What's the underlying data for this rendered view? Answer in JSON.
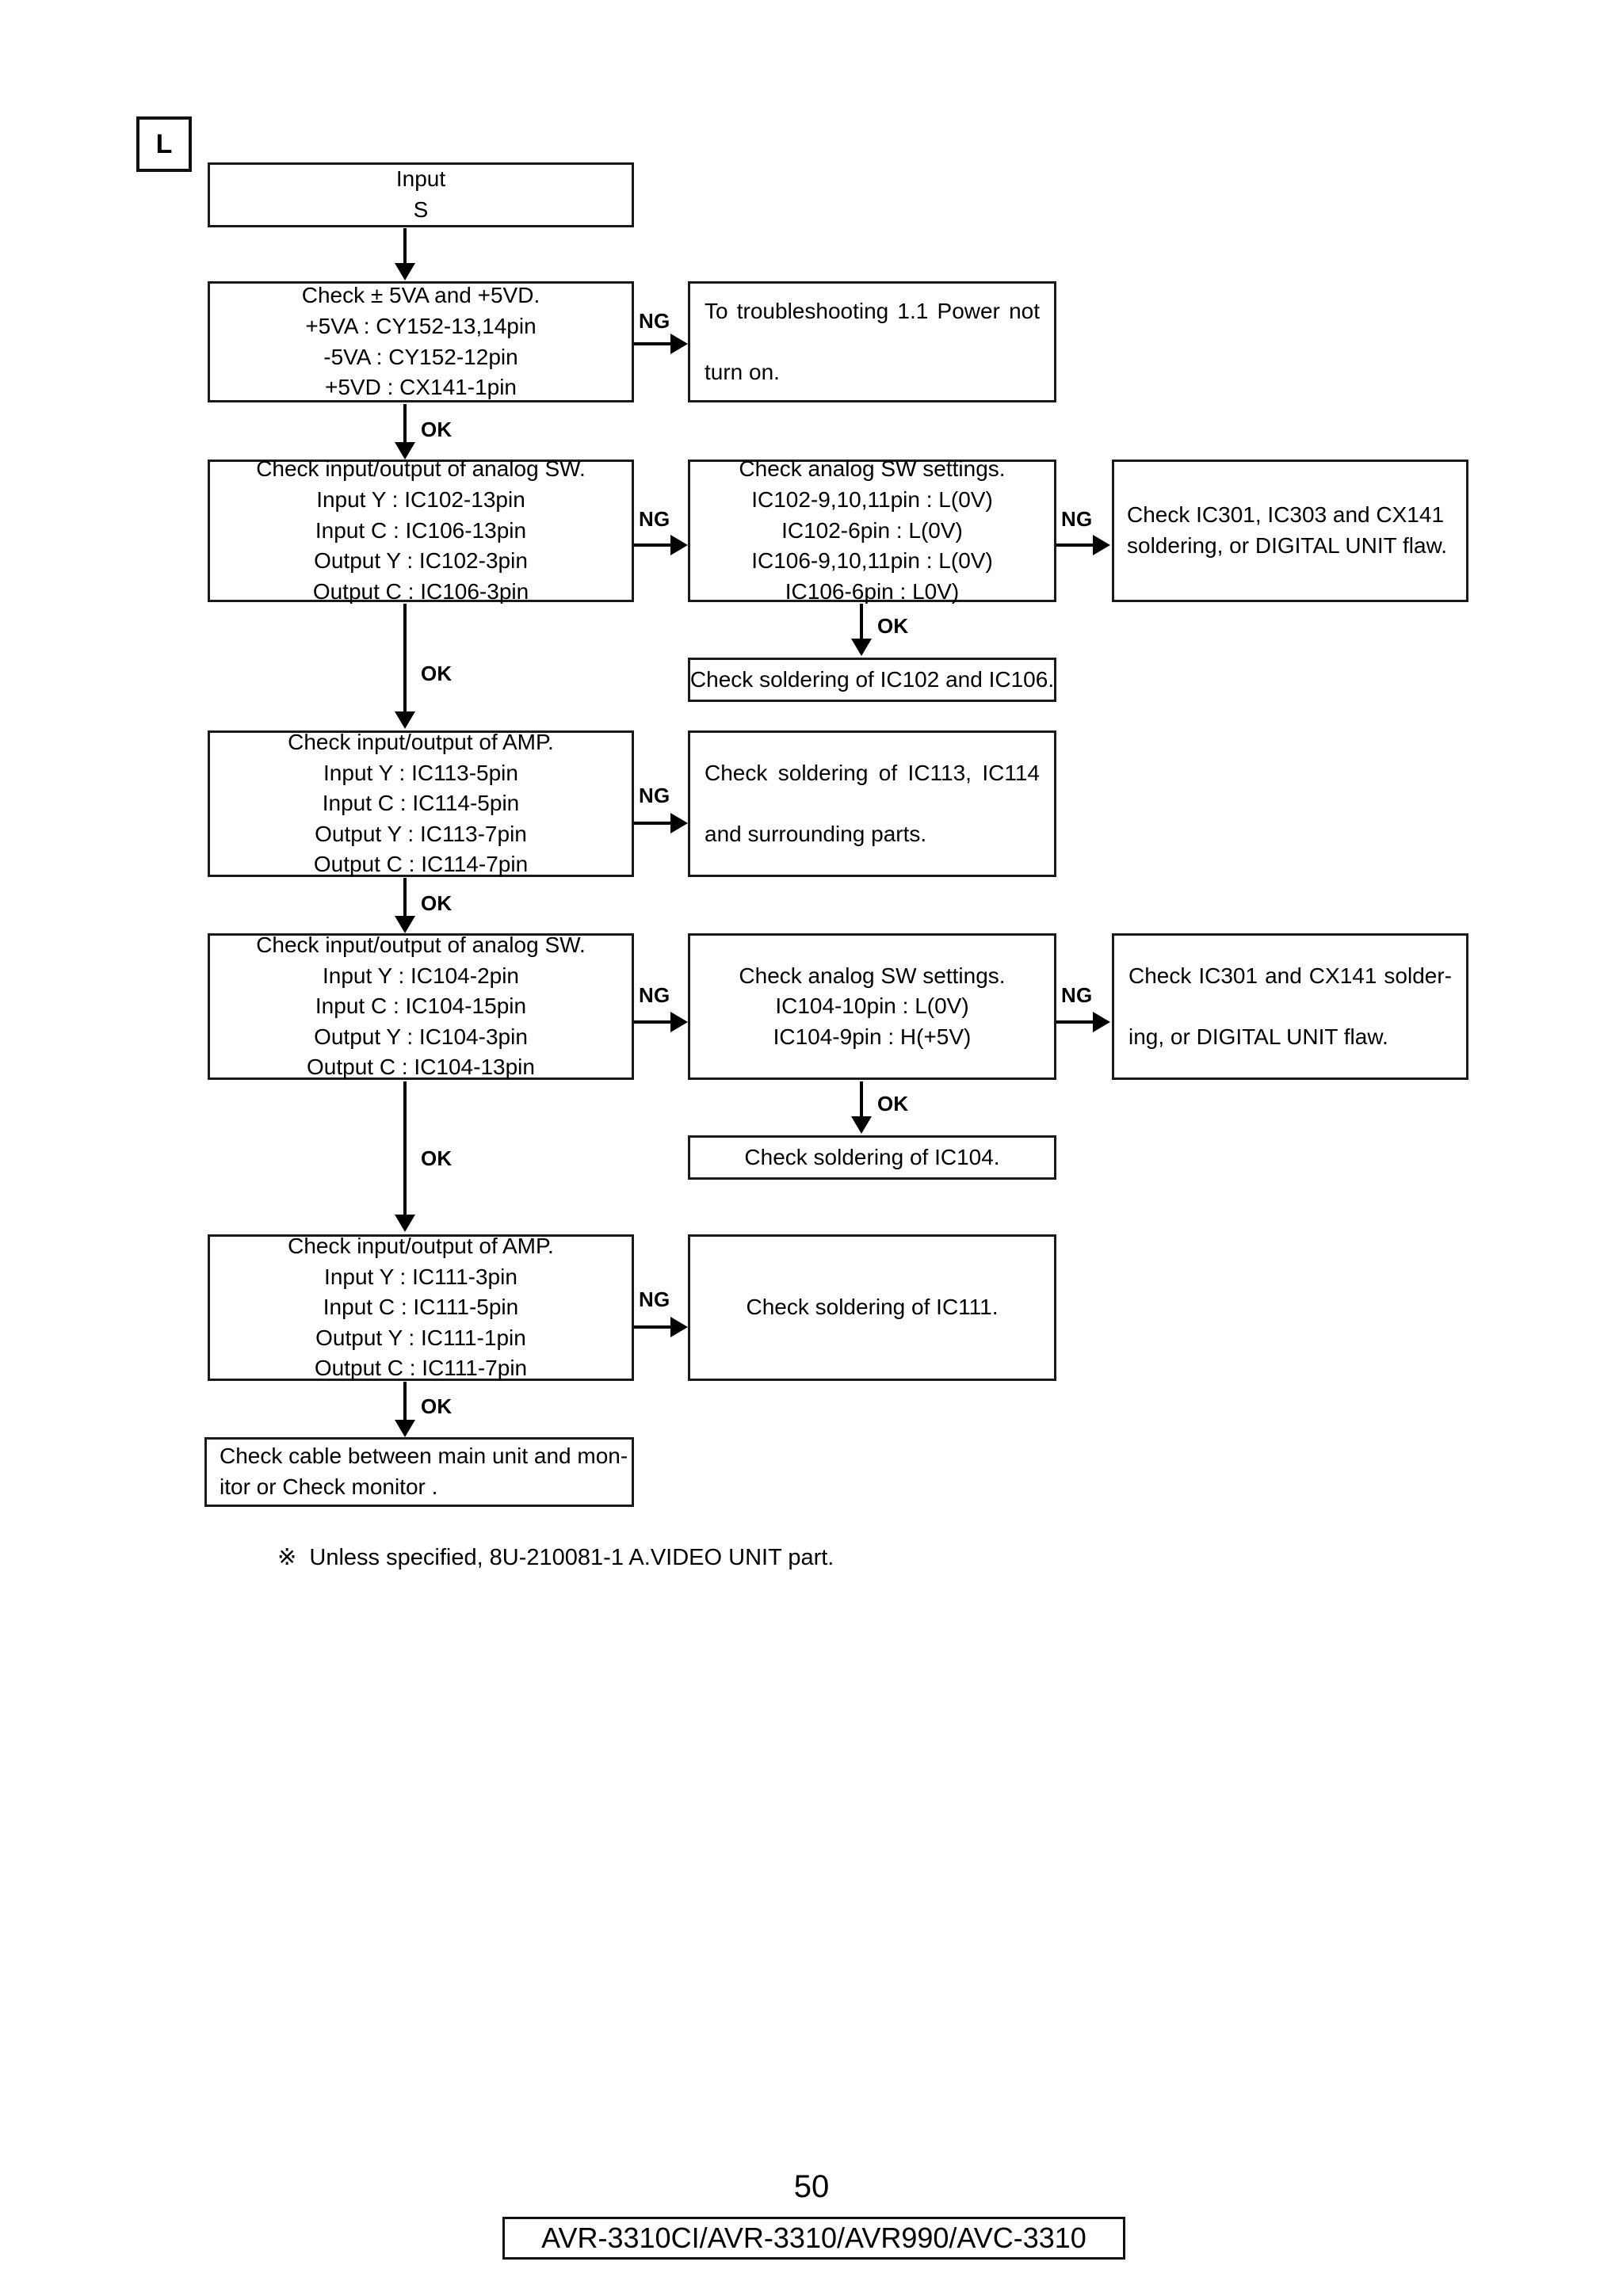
{
  "page": {
    "tag_label": "L",
    "page_number": "50",
    "model_bar": "AVR-3310CI/AVR-3310/AVR990/AVC-3310",
    "footnote": "※  Unless specified, 8U-210081-1 A.VIDEO UNIT part."
  },
  "labels": {
    "ok": "OK",
    "ng": "NG"
  },
  "boxes": {
    "input": {
      "l1": "Input",
      "l2": "S"
    },
    "check_power": {
      "l1": "Check ± 5VA and +5VD.",
      "l2": "+5VA : CY152-13,14pin",
      "l3": "-5VA : CY152-12pin",
      "l4": "+5VD : CX141-1pin"
    },
    "power_ng": {
      "l1": "To troubleshooting 1.1 Power not",
      "l2": "turn on."
    },
    "check_sw_1": {
      "l1": "Check input/output of analog SW.",
      "l2": "Input Y : IC102-13pin",
      "l3": "Input C : IC106-13pin",
      "l4": "Output Y : IC102-3pin",
      "l5": "Output C : IC106-3pin"
    },
    "sw_settings_1": {
      "l1": "Check analog SW settings.",
      "l2": "IC102-9,10,11pin : L(0V)",
      "l3": "IC102-6pin : L(0V)",
      "l4": "IC106-9,10,11pin : L(0V)",
      "l5": "IC106-6pin : L0V)"
    },
    "sw_settings_1_ng": {
      "l1": "Check IC301, IC303 and CX141",
      "l2": "soldering, or DIGITAL UNIT flaw."
    },
    "solder_102_106": {
      "l1": "Check soldering of IC102 and IC106."
    },
    "check_amp_1": {
      "l1": "Check input/output of AMP.",
      "l2": "Input Y : IC113-5pin",
      "l3": "Input C : IC114-5pin",
      "l4": "Output Y : IC113-7pin",
      "l5": "Output C : IC114-7pin"
    },
    "amp_1_ng": {
      "l1": "Check soldering of IC113, IC114",
      "l2": "and surrounding parts."
    },
    "check_sw_2": {
      "l1": "Check input/output of analog SW.",
      "l2": "Input Y : IC104-2pin",
      "l3": "Input C : IC104-15pin",
      "l4": "Output Y : IC104-3pin",
      "l5": "Output C : IC104-13pin"
    },
    "sw_settings_2": {
      "l1": "Check analog SW settings.",
      "l2": "IC104-10pin : L(0V)",
      "l3": "IC104-9pin : H(+5V)"
    },
    "sw_settings_2_ng": {
      "l1": "Check IC301 and CX141 solder-",
      "l2": "ing, or DIGITAL UNIT flaw."
    },
    "solder_104": {
      "l1": "Check soldering of IC104."
    },
    "check_amp_2": {
      "l1": "Check input/output of AMP.",
      "l2": "Input Y : IC111-3pin",
      "l3": "Input C : IC111-5pin",
      "l4": "Output Y : IC111-1pin",
      "l5": "Output C : IC111-7pin"
    },
    "amp_2_ng": {
      "l1": "Check soldering of IC111."
    },
    "check_cable": {
      "l1": "Check cable between main unit and mon-",
      "l2": "itor or Check monitor ."
    }
  }
}
